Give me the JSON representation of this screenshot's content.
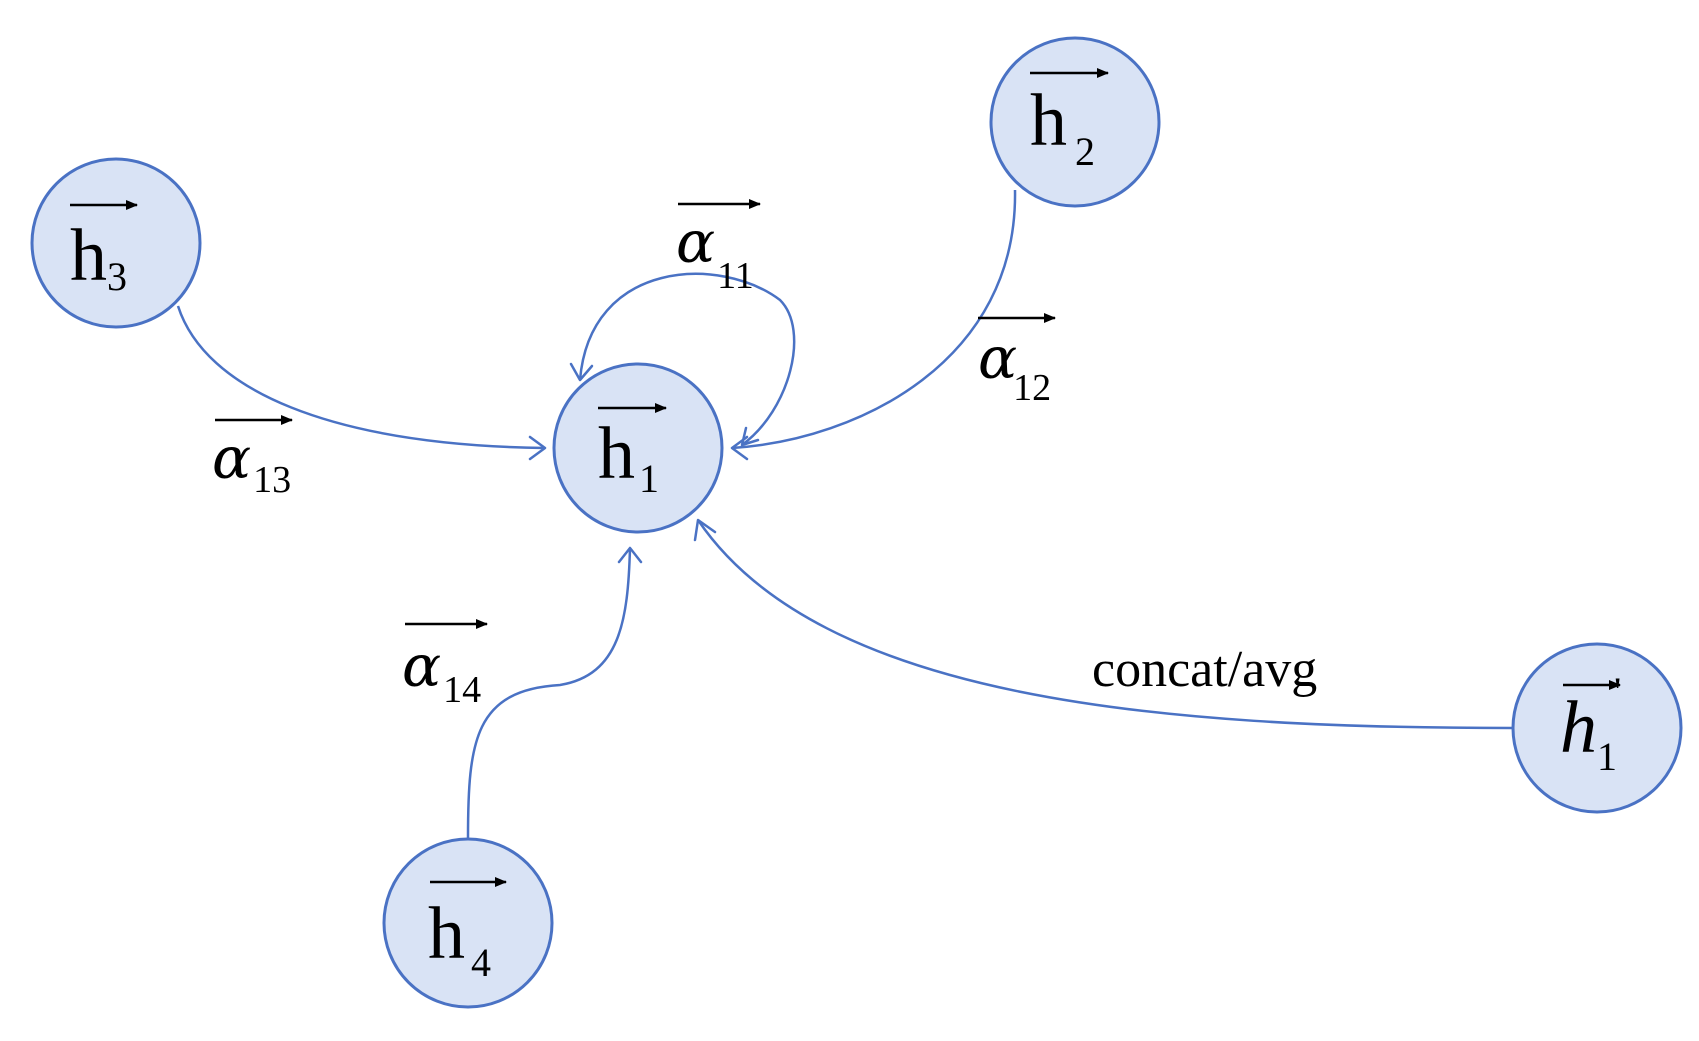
{
  "colors": {
    "node_fill": "#d9e3f5",
    "node_stroke": "#4a72c4",
    "edge": "#4a72c4",
    "text": "#000000"
  },
  "nodes": {
    "h1": {
      "letter": "h",
      "subscript": "1"
    },
    "h2": {
      "letter": "h",
      "subscript": "2"
    },
    "h3": {
      "letter": "h",
      "subscript": "3"
    },
    "h4": {
      "letter": "h",
      "subscript": "4"
    },
    "h1_prime": {
      "letter": "h",
      "subscript": "1",
      "prime": "'"
    }
  },
  "edge_labels": {
    "a11": {
      "symbol": "α",
      "subscript": "11"
    },
    "a12": {
      "symbol": "α",
      "subscript": "12"
    },
    "a13": {
      "symbol": "α",
      "subscript": "13"
    },
    "a14": {
      "symbol": "α",
      "subscript": "14"
    },
    "concat": "concat/avg"
  }
}
